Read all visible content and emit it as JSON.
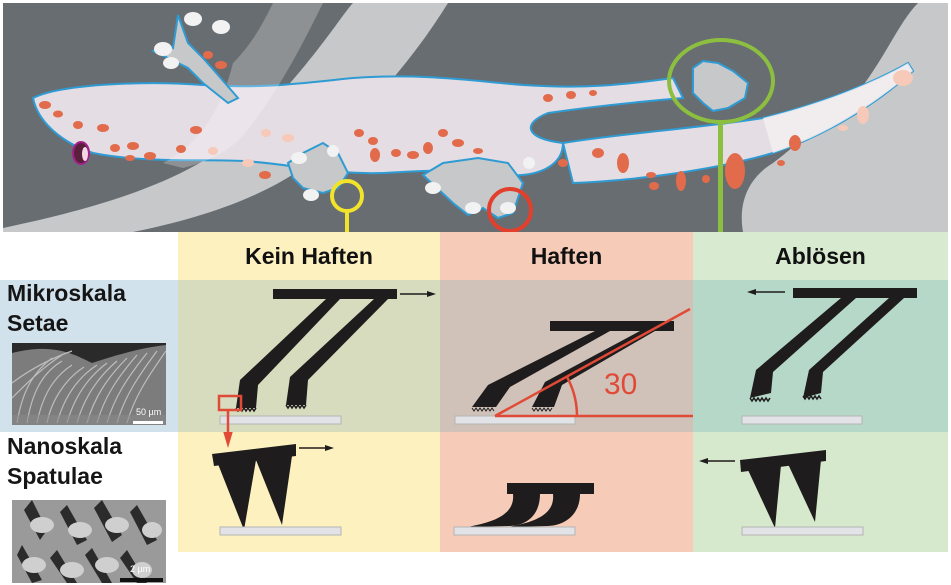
{
  "figure": {
    "hero": {
      "description": "Gecko climbing, viewed from below",
      "markers": [
        {
          "id": "kein-haften",
          "color": "#f2e32b"
        },
        {
          "id": "haften",
          "color": "#e2402c"
        },
        {
          "id": "abloesen",
          "color": "#8cbf3f"
        }
      ]
    },
    "columns": [
      {
        "label": "Kein Haften",
        "header_color": "#fdf1c0"
      },
      {
        "label": "Haften",
        "header_color": "#f6cbb8"
      },
      {
        "label": "Ablösen",
        "header_color": "#d8eacf"
      }
    ],
    "rows": [
      {
        "label_line1": "Mikroskala",
        "label_line2": "Setae",
        "label_bg": "#d2e2ec",
        "scale_bar": "50 µm",
        "cell_colors": [
          "#d6dcbd",
          "#d1c2b9",
          "#b6d8c9"
        ]
      },
      {
        "label_line1": "Nanoskala",
        "label_line2": "Spatulae",
        "label_bg": "#ffffff",
        "scale_bar": "2 µm",
        "cell_colors": [
          "#fdf1bf",
          "#f6cbb8",
          "#d7e9cd"
        ]
      }
    ],
    "angle_label": "30",
    "colors": {
      "background_dark": "#686d71",
      "background_band": "#c6c8ca",
      "gecko_body": "#e4dde4",
      "gecko_outline": "#2f9bd3",
      "spots": "#e26b4c",
      "seta_black": "#1e1c1c",
      "substrate": "#e2e3e7",
      "accent_red": "#e04a36"
    }
  }
}
